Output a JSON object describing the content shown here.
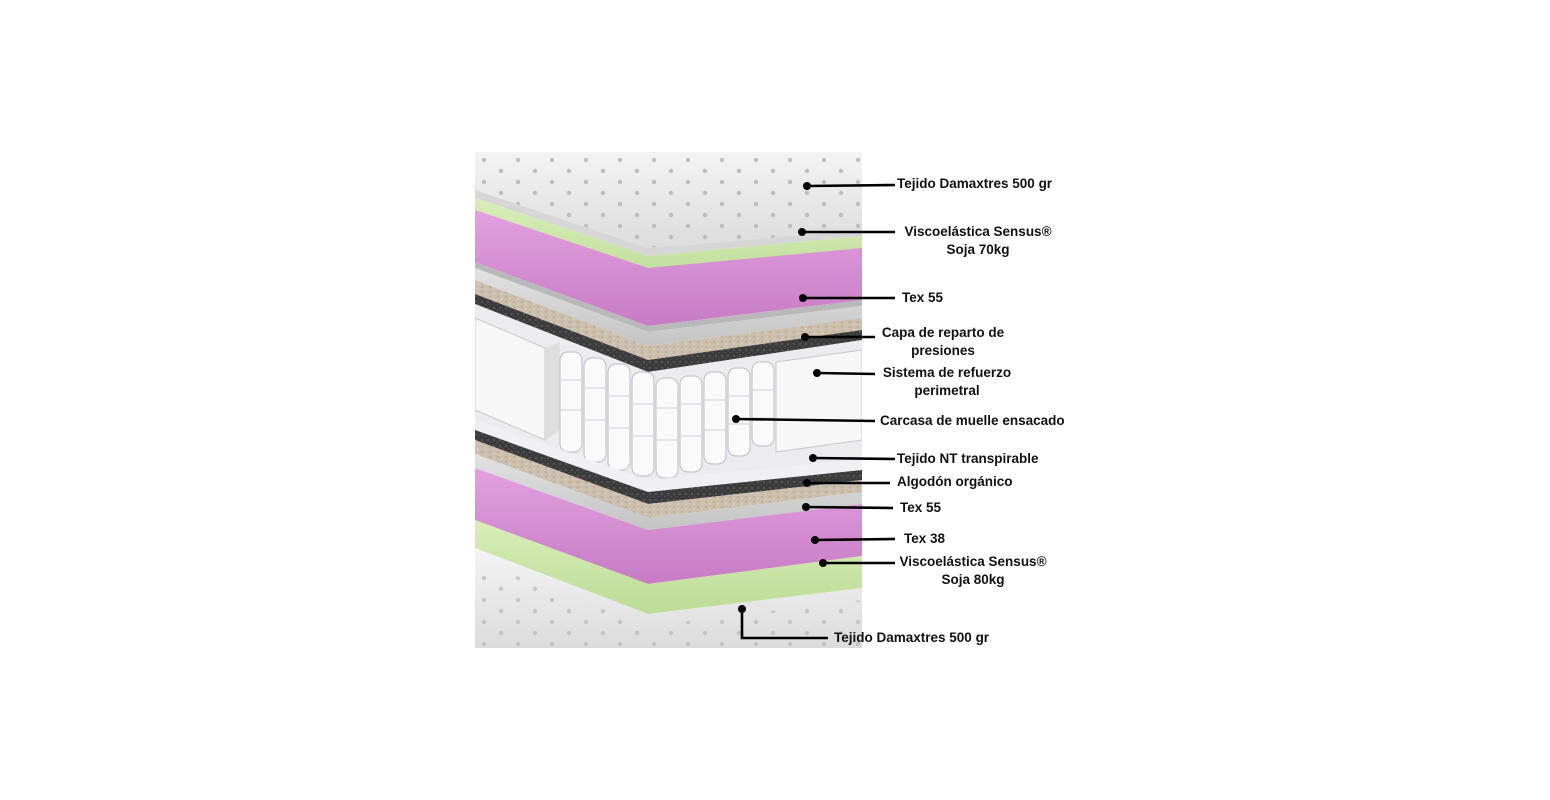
{
  "colors": {
    "fabric": "#e8e8e8",
    "viscoelastic_green": "#c9e6a6",
    "memory_pink": "#d98bd6",
    "grey_layer": "#cfcfcf",
    "natural_fiber": "#cdbfae",
    "felt_dark": "#3a3a3a",
    "springs": "#f2f2f4",
    "leader_line": "#000000"
  },
  "labels": [
    {
      "id": "top-fabric",
      "line1": "Tejido Damaxtres 500 gr",
      "line2": ""
    },
    {
      "id": "visco-top",
      "line1": "Viscoelástica Sensus®",
      "line2": "Soja 70kg"
    },
    {
      "id": "tex55-top",
      "line1": "Tex 55",
      "line2": ""
    },
    {
      "id": "pressure-layer",
      "line1": "Capa de reparto de",
      "line2": "presiones"
    },
    {
      "id": "perimeter",
      "line1": "Sistema de refuerzo",
      "line2": "perimetral"
    },
    {
      "id": "springs",
      "line1": "Carcasa de muelle ensacado",
      "line2": ""
    },
    {
      "id": "nt-fabric",
      "line1": "Tejido NT transpirable",
      "line2": ""
    },
    {
      "id": "organic-cotton",
      "line1": "Algodón orgánico",
      "line2": ""
    },
    {
      "id": "tex55-bottom",
      "line1": "Tex 55",
      "line2": ""
    },
    {
      "id": "tex38",
      "line1": "Tex 38",
      "line2": ""
    },
    {
      "id": "visco-bottom",
      "line1": "Viscoelástica Sensus®",
      "line2": "Soja 80kg"
    },
    {
      "id": "bottom-fabric",
      "line1": "Tejido Damaxtres 500 gr",
      "line2": ""
    }
  ]
}
